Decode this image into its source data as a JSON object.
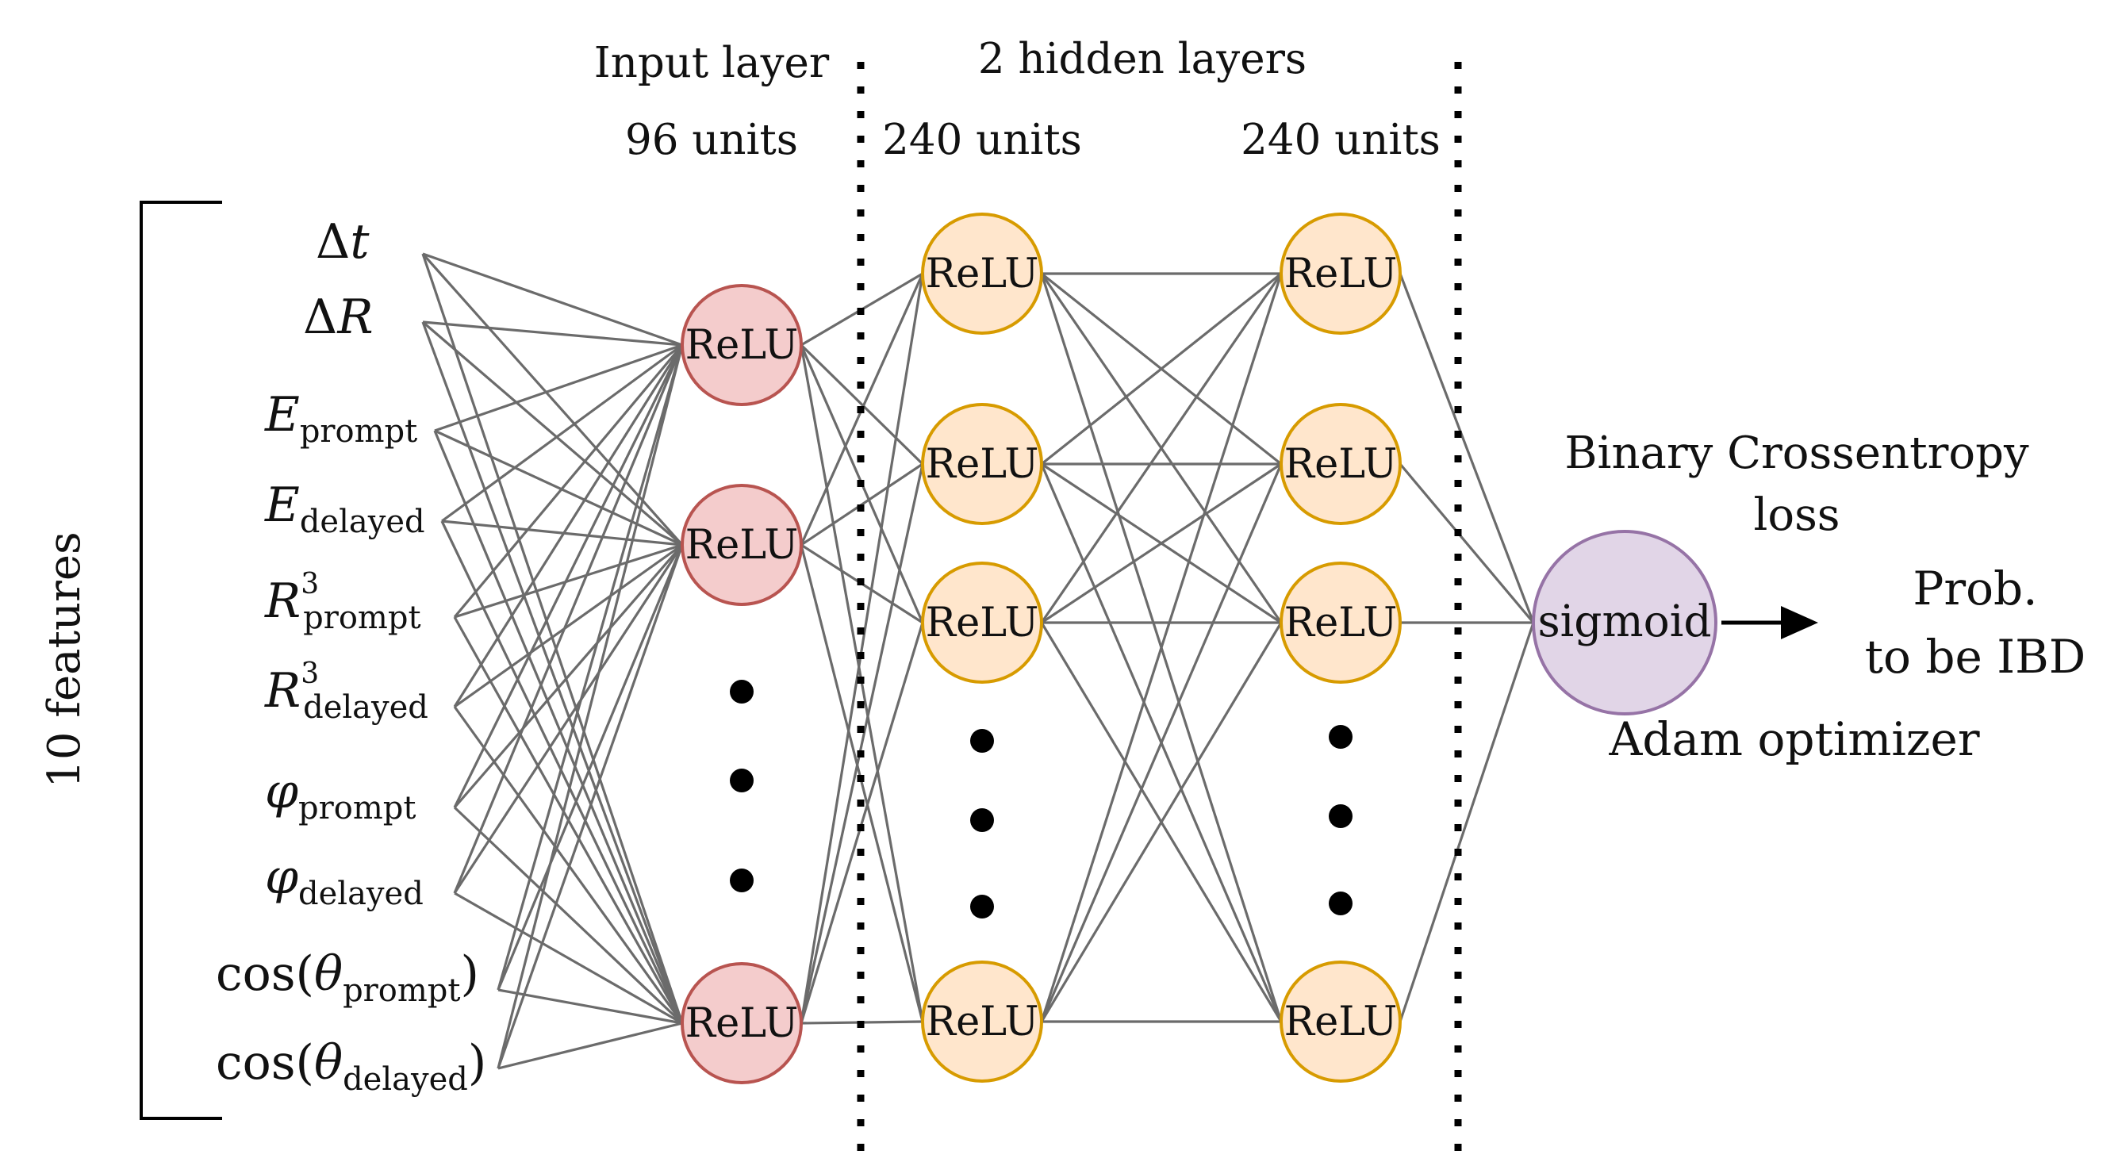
{
  "header": {
    "input_title": "Input layer",
    "input_units": "96 units",
    "hidden_title": "2 hidden layers",
    "hidden1_units": "240 units",
    "hidden2_units": "240 units"
  },
  "features_label": "10 features",
  "features": [
    {
      "base": "Δ",
      "var": "t",
      "sub": "",
      "sup": ""
    },
    {
      "base": "Δ",
      "var": "R",
      "sub": "",
      "sup": ""
    },
    {
      "base": "",
      "var": "E",
      "sub": "prompt",
      "sup": ""
    },
    {
      "base": "",
      "var": "E",
      "sub": "delayed",
      "sup": ""
    },
    {
      "base": "",
      "var": "R",
      "sub": "prompt",
      "sup": "3"
    },
    {
      "base": "",
      "var": "R",
      "sub": "delayed",
      "sup": "3"
    },
    {
      "base": "",
      "var": "φ",
      "sub": "prompt",
      "sup": ""
    },
    {
      "base": "",
      "var": "φ",
      "sub": "delayed",
      "sup": ""
    },
    {
      "base": "cos(",
      "var": "θ",
      "sub": "prompt",
      "sup": "",
      "close": ")"
    },
    {
      "base": "cos(",
      "var": "θ",
      "sub": "delayed",
      "sup": "",
      "close": ")"
    }
  ],
  "activation_label": "ReLU",
  "output": {
    "activation": "sigmoid",
    "loss_line1": "Binary Crossentropy",
    "loss_line2": "loss",
    "optimizer": "Adam optimizer",
    "result_line1": "Prob.",
    "result_line2": "to be IBD"
  },
  "colors": {
    "input_fill": "#f4cccc",
    "input_stroke": "#b85450",
    "hidden_fill": "#ffe6cc",
    "hidden_stroke": "#d79b00",
    "output_fill": "#e1d5e7",
    "output_stroke": "#9673a6",
    "edge": "#6b6b6b"
  }
}
